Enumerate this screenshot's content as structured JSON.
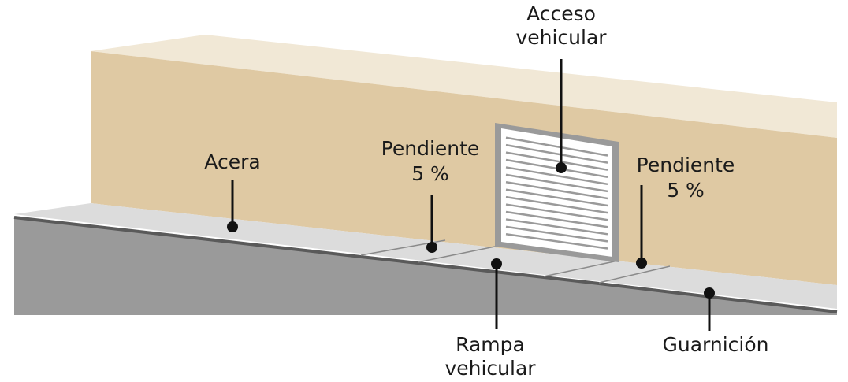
{
  "labels": {
    "acceso_line1": "Acceso",
    "acceso_line2": "vehicular",
    "acera": "Acera",
    "pendiente_left_line1": "Pendiente",
    "pendiente_left_line2": "5 %",
    "pendiente_right_line1": "Pendiente",
    "pendiente_right_line2": "5 %",
    "rampa_line1": "Rampa",
    "rampa_line2": "vehicular",
    "guarnicion": "Guarnición"
  },
  "colors": {
    "wall_front": "#dfc9a3",
    "wall_top": "#f1e8d6",
    "sidewalk": "#dcdcdc",
    "street": "#9a9a9a",
    "curb_edge": "#5a5a5a",
    "door_frame": "#9a9a9a",
    "door_panel": "#ffffff",
    "ink": "#111111"
  },
  "door": {
    "slats": 14
  }
}
